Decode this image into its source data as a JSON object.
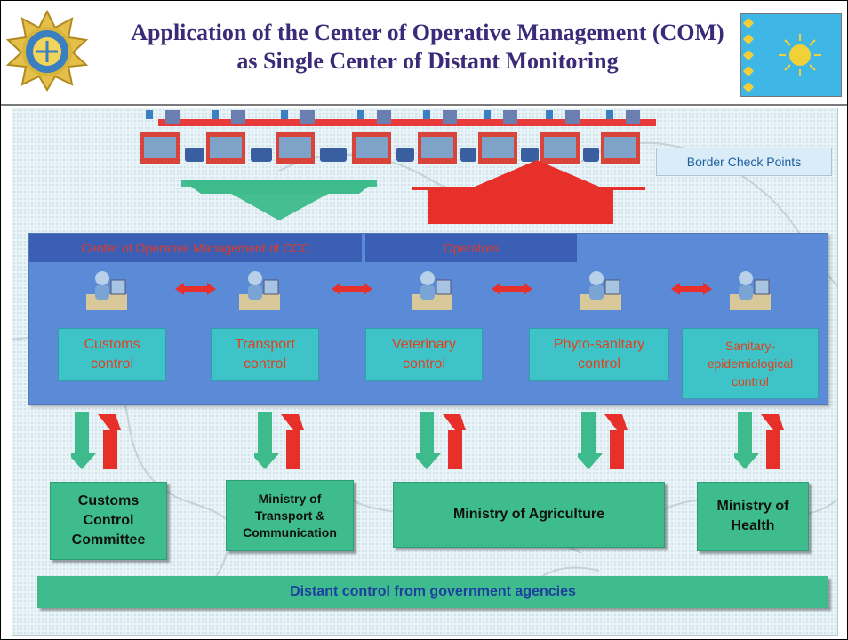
{
  "title": {
    "line1": "Application of the Center of Operative Management (COM)",
    "line2": "as Single Center of Distant Monitoring"
  },
  "colors": {
    "title": "#3a2a78",
    "panel": "#5b8bd6",
    "tab": "#3a5fb4",
    "control_box": "#3ec4c8",
    "agency_box": "#3ebc8e",
    "arrow_down": "#3dbb8c",
    "arrow_up": "#e8302a"
  },
  "border_check_points": "Border Check Points",
  "com_panel": {
    "tab_center": "Center of Operative Management of CCC",
    "tab_operators": "Operators",
    "controls": [
      {
        "line1": "Customs",
        "line2": "control",
        "line3": ""
      },
      {
        "line1": "Transport",
        "line2": "control",
        "line3": ""
      },
      {
        "line1": "Veterinary",
        "line2": "control",
        "line3": ""
      },
      {
        "line1": "Phyto-sanitary",
        "line2": "control",
        "line3": ""
      },
      {
        "line1": "Sanitary-",
        "line2": "epidemiological",
        "line3": "control"
      }
    ]
  },
  "agencies": [
    {
      "line1": "Customs",
      "line2": "Control",
      "line3": "Committee"
    },
    {
      "line1": "Ministry of",
      "line2": "Transport &",
      "line3": "Communication"
    },
    {
      "line1": "Ministry of Agriculture",
      "line2": "",
      "line3": ""
    },
    {
      "line1": "Ministry of",
      "line2": "Health",
      "line3": ""
    }
  ],
  "distant_control": "Distant control from government agencies"
}
